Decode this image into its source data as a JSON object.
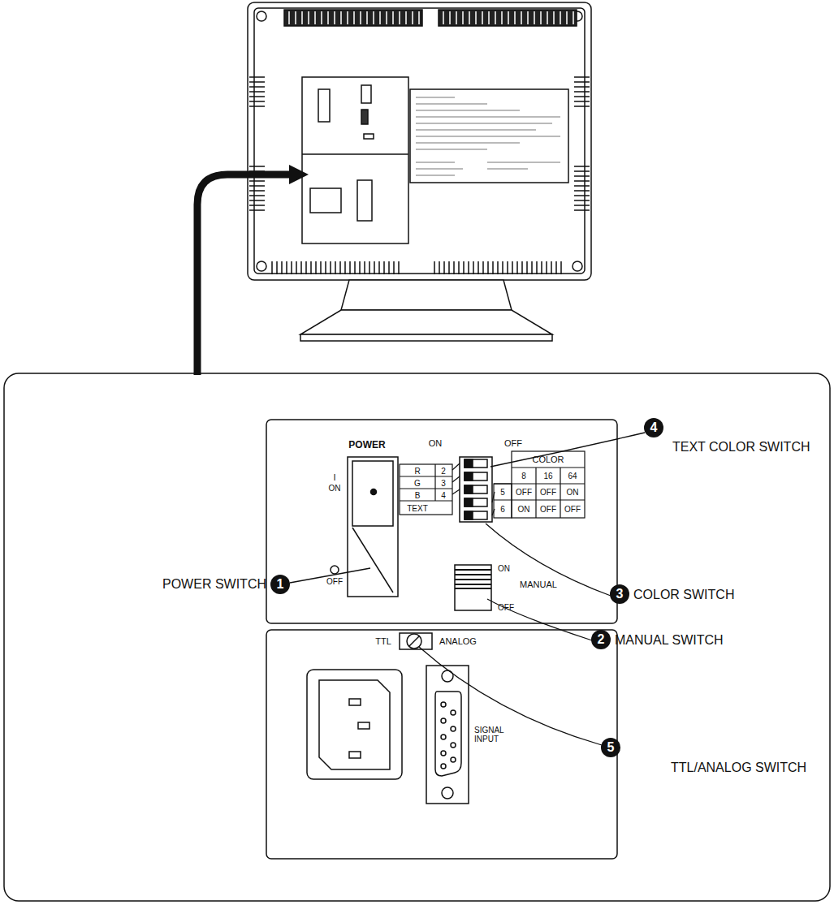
{
  "diagram": {
    "nodes": [
      {
        "text": [
          "4"
        ]
      },
      {
        "text": [
          "1"
        ]
      },
      {
        "text": [
          "3"
        ]
      },
      {
        "text": [
          "2"
        ]
      },
      {
        "text": [
          "5"
        ]
      }
    ],
    "labels": [
      "POWER",
      "I",
      "ON",
      "OFF",
      "ON",
      "OFF",
      "R",
      "G",
      "B",
      "TEXT",
      "2",
      "3",
      "4",
      "5",
      "6",
      "COLOR",
      "8",
      "16",
      "64",
      "OFF",
      "OFF",
      "ON",
      "ON",
      "OFF",
      "OFF",
      "ON",
      "MANUAL",
      "OFF",
      "TTL",
      "ANALOG",
      "SIGNAL INPUT",
      "POWER SWITCH",
      "TEXT COLOR SWITCH",
      "COLOR SWITCH",
      "MANUAL SWITCH",
      "TTL/ANALOG SWITCH"
    ]
  }
}
